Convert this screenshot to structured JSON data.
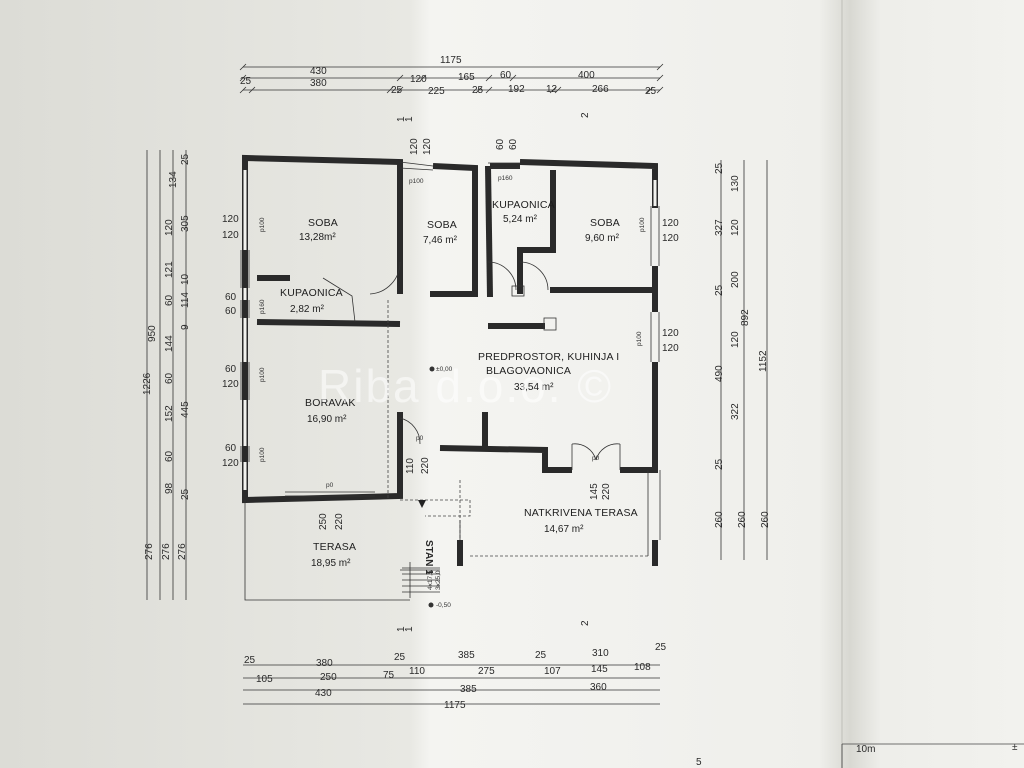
{
  "watermark": "Riba d.o.o. ©",
  "rooms": {
    "soba1": {
      "name": "SOBA",
      "area": "13,28m²"
    },
    "soba2": {
      "name": "SOBA",
      "area": "7,46 m²"
    },
    "kupaonica1": {
      "name": "KUPAONICA",
      "area": "5,24 m²"
    },
    "soba3": {
      "name": "SOBA",
      "area": "9,60 m²"
    },
    "kupaonica2": {
      "name": "KUPAONICA",
      "area": "2,82 m²"
    },
    "predprostor": {
      "name1": "PREDPROSTOR, KUHINJA I",
      "name2": "BLAGOVAONICA",
      "area": "33,54 m²"
    },
    "boravak": {
      "name": "BORAVAK",
      "area": "16,90 m²"
    },
    "natkrivena": {
      "name": "NATKRIVENA TERASA",
      "area": "14,67 m²"
    },
    "terasa": {
      "name": "TERASA",
      "area": "18,95 m²"
    }
  },
  "labels": {
    "stan": "STAN 1",
    "level0": "±0,00",
    "level_minus": "-0,50",
    "page_num": "5",
    "scale": "10m",
    "pm": "±",
    "axis1": "1",
    "axis2": "2",
    "p0": "p0",
    "p100": "p100",
    "p160": "p160",
    "stair1": "4x17,5",
    "stair2": "3x25,0"
  },
  "dims_top": {
    "total": "1175",
    "r1": [
      "430",
      "120",
      "165",
      "60",
      "400"
    ],
    "r2": [
      "25",
      "380",
      "25",
      "225",
      "25",
      "192",
      "12",
      "266",
      "25"
    ]
  },
  "dims_bottom": {
    "r1": [
      "25",
      "380",
      "25",
      "385",
      "25",
      "310",
      "25"
    ],
    "r2": [
      "105",
      "250",
      "75",
      "110",
      "275",
      "107",
      "145",
      "108"
    ],
    "r3": [
      "430",
      "385",
      "360"
    ],
    "total": "1175"
  },
  "dims_left": {
    "total": "1226",
    "c950": "950",
    "c276": [
      "276",
      "276",
      "276"
    ],
    "col3": [
      "134",
      "305",
      "114",
      "144",
      "445",
      "98"
    ],
    "col4": [
      "25",
      "120",
      "121",
      "60",
      "10",
      "9",
      "60",
      "152",
      "60",
      "25"
    ]
  },
  "dims_right": {
    "total": "1152",
    "c892": "892",
    "c327": "327",
    "c490": "490",
    "col": [
      "25",
      "130",
      "120",
      "25",
      "200",
      "120",
      "322",
      "25"
    ],
    "c260": [
      "260",
      "260",
      "260"
    ]
  },
  "window_dims": {
    "w1": [
      "120",
      "120"
    ],
    "w2": [
      "60",
      "60"
    ],
    "w3": [
      "60",
      "120"
    ],
    "w4": [
      "60",
      "120"
    ],
    "w5": [
      "120",
      "120"
    ],
    "w6": [
      "120",
      "120"
    ],
    "top1": [
      "120",
      "120"
    ],
    "top2": [
      "60",
      "60"
    ],
    "door1": [
      "110",
      "220"
    ],
    "door2": [
      "250",
      "220"
    ],
    "door3": [
      "145",
      "220"
    ]
  }
}
